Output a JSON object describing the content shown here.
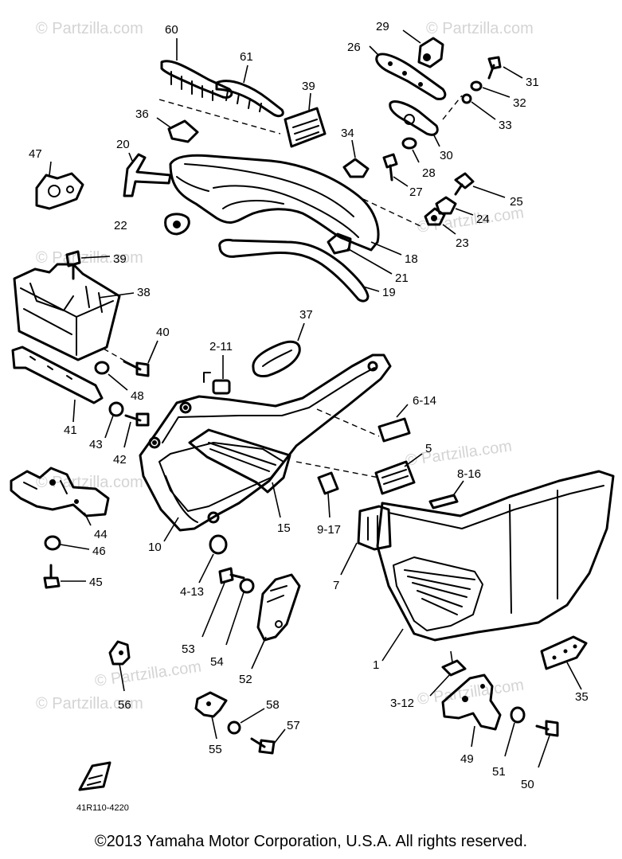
{
  "watermark": "© Partzilla.com",
  "diagram_code": "41R110-4220",
  "copyright": "©2013  Yamaha Motor Corporation, U.S.A. All rights reserved.",
  "callouts": [
    "60",
    "61",
    "39",
    "36",
    "47",
    "20",
    "22",
    "34",
    "29",
    "26",
    "31",
    "32",
    "33",
    "30",
    "28",
    "27",
    "25",
    "24",
    "23",
    "18",
    "21",
    "19",
    "39",
    "38",
    "40",
    "48",
    "41",
    "43",
    "42",
    "44",
    "46",
    "45",
    "37",
    "2-11",
    "6-14",
    "5",
    "8-16",
    "9-17",
    "7",
    "15",
    "10",
    "4-13",
    "53",
    "54",
    "52",
    "56",
    "55",
    "58",
    "57",
    "1",
    "3-12",
    "35",
    "49",
    "51",
    "50"
  ]
}
